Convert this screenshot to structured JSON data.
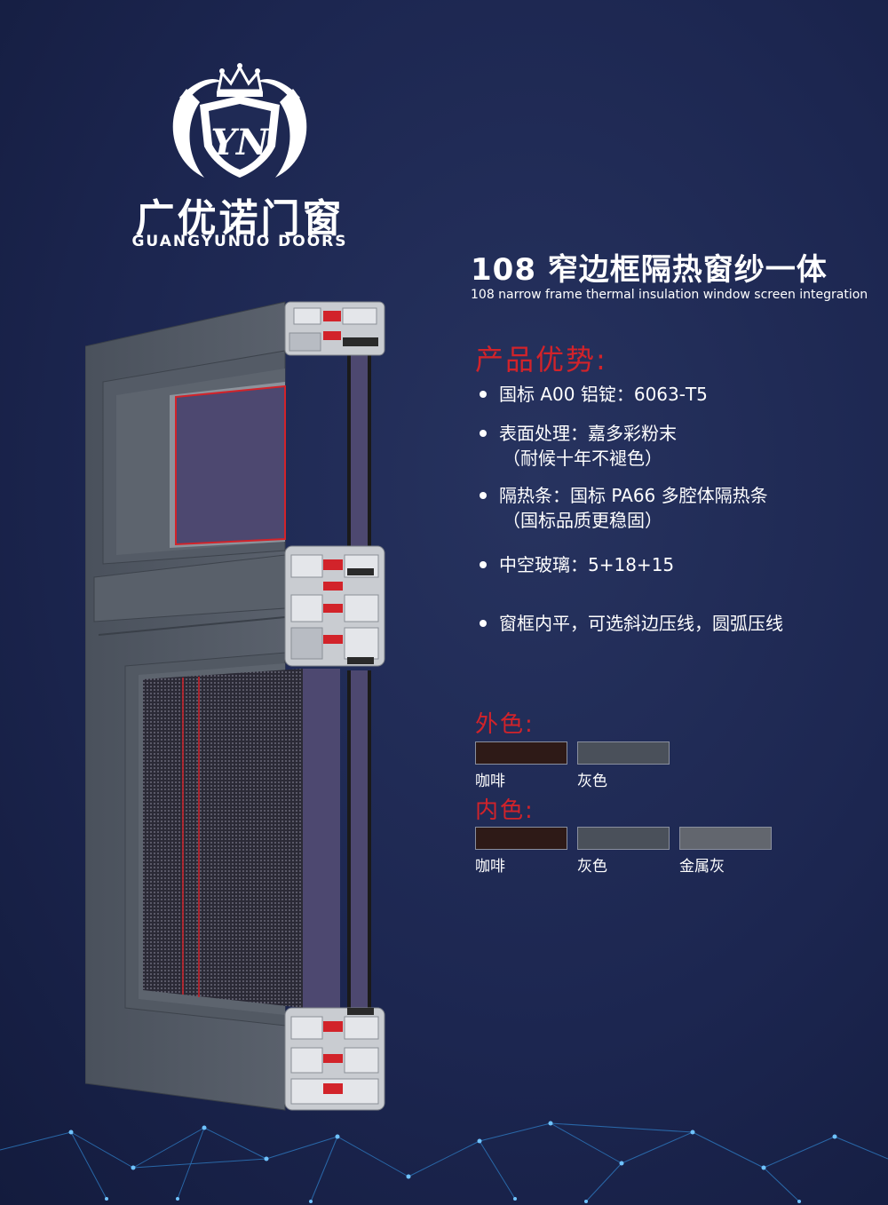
{
  "brand": {
    "name_cn": "广优诺门窗",
    "name_en": "GUANGYUNUO DOORS",
    "emblem_letters": "YN"
  },
  "product": {
    "title_cn": "108 窄边框隔热窗纱一体",
    "title_en": "108 narrow frame thermal insulation window screen integration"
  },
  "advantages": {
    "heading": "产品优势:",
    "items": [
      {
        "text": "国标 A00 铝锭：6063-T5",
        "sub": ""
      },
      {
        "text": "表面处理：嘉多彩粉末",
        "sub": "（耐候十年不褪色）"
      },
      {
        "text": "隔热条：国标 PA66 多腔体隔热条",
        "sub": "（国标品质更稳固）"
      },
      {
        "text": "中空玻璃：5+18+15",
        "sub": ""
      },
      {
        "text": "窗框内平，可选斜边压线，圆弧压线",
        "sub": ""
      }
    ]
  },
  "exterior_colors": {
    "heading": "外色:",
    "swatches": [
      {
        "label": "咖啡",
        "color": "#2e1a17"
      },
      {
        "label": "灰色",
        "color": "#4a505a"
      }
    ]
  },
  "interior_colors": {
    "heading": "内色:",
    "swatches": [
      {
        "label": "咖啡",
        "color": "#2e1a17"
      },
      {
        "label": "灰色",
        "color": "#4a505a"
      },
      {
        "label": "金属灰",
        "color": "#62666e"
      }
    ]
  },
  "colors": {
    "accent_red": "#d2232a",
    "frame_gray": "#4e5560",
    "glass": "#4d4870"
  }
}
